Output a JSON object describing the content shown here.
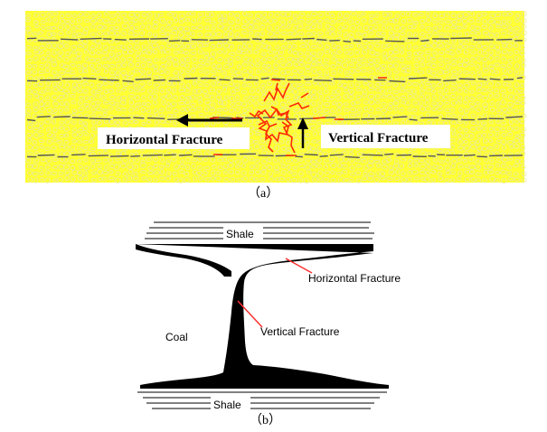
{
  "panel_a": {
    "caption": "（a）",
    "horizontal_label": "Horizontal Fracture",
    "vertical_label": "Vertical Fracture",
    "background_color": "#ffff33",
    "grain_color": "#e6e6a0",
    "bedding_color": "#555555",
    "fracture_color": "#ff2a00"
  },
  "panel_b": {
    "caption": "（b）",
    "shale_top_label": "Shale",
    "shale_bottom_label": "Shale",
    "coal_label": "Coal",
    "horizontal_label": "Horizontal Fracture",
    "vertical_label": "Vertical Fracture",
    "fracture_fill": "#000000",
    "leader_color": "#ff3030"
  }
}
